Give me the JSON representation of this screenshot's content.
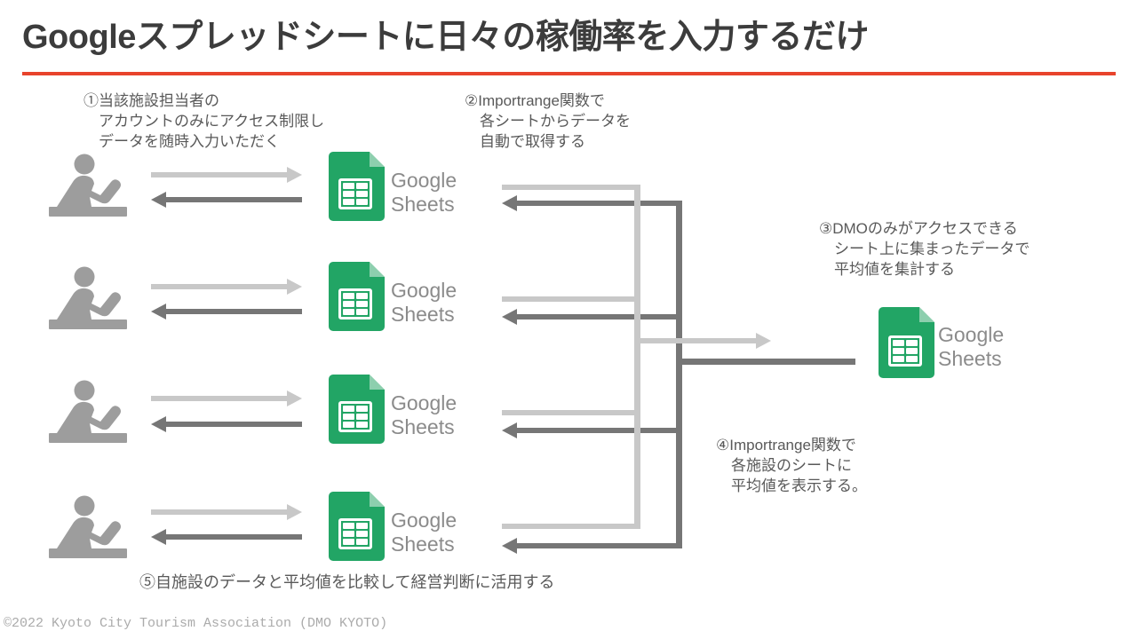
{
  "title": "Googleスプレッドシートに日々の稼働率を入力するだけ",
  "annotations": {
    "a1": {
      "line1": "①当該施設担当者の",
      "line2": "アカウントのみにアクセス制限し",
      "line3": "データを随時入力いただく"
    },
    "a2": {
      "line1": "②Importrange関数で",
      "line2": "各シートからデータを",
      "line3": "自動で取得する"
    },
    "a3": {
      "line1": "③DMOのみがアクセスできる",
      "line2": "シート上に集まったデータで",
      "line3": "平均値を集計する"
    },
    "a4": {
      "line1": "④Importrange関数で",
      "line2": "各施設のシートに",
      "line3": "平均値を表示する。"
    },
    "a5": {
      "text": "⑤自施設のデータと平均値を比較して経営判断に活用する"
    }
  },
  "sheets_logo": {
    "line1": "Google",
    "line2": "Sheets"
  },
  "footer": "©2022 Kyoto City Tourism Association (DMO KYOTO)",
  "icons": {
    "person": "person-at-desk-icon",
    "sheets": "google-sheets-icon"
  },
  "colors": {
    "accent_red": "#e8432c",
    "sheet_green": "#22a565",
    "fold_green": "#8dcfae",
    "light_arrow_gray": "#c8c8c8",
    "dark_arrow_gray": "#767676",
    "person_gray": "#9d9d9d",
    "annotation_gray": "#595959",
    "logo_text_gray": "#8b8b8b",
    "title_gray": "#3c3c3c",
    "footer_gray": "#ababab"
  }
}
